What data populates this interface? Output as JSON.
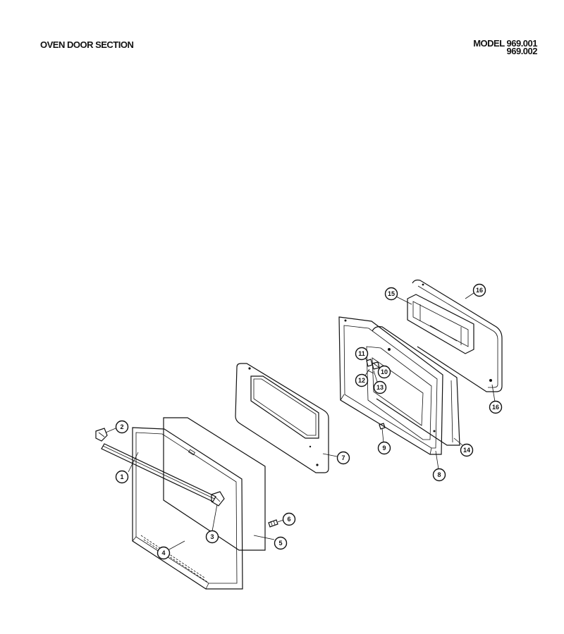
{
  "header": {
    "section_title": "OVEN DOOR SECTION",
    "model_label": "MODEL 969.001",
    "model_line2": "969.002"
  },
  "callouts": [
    "1",
    "2",
    "3",
    "4",
    "5",
    "6",
    "7",
    "8",
    "9",
    "10",
    "11",
    "12",
    "13",
    "14",
    "15",
    "16",
    "16"
  ]
}
